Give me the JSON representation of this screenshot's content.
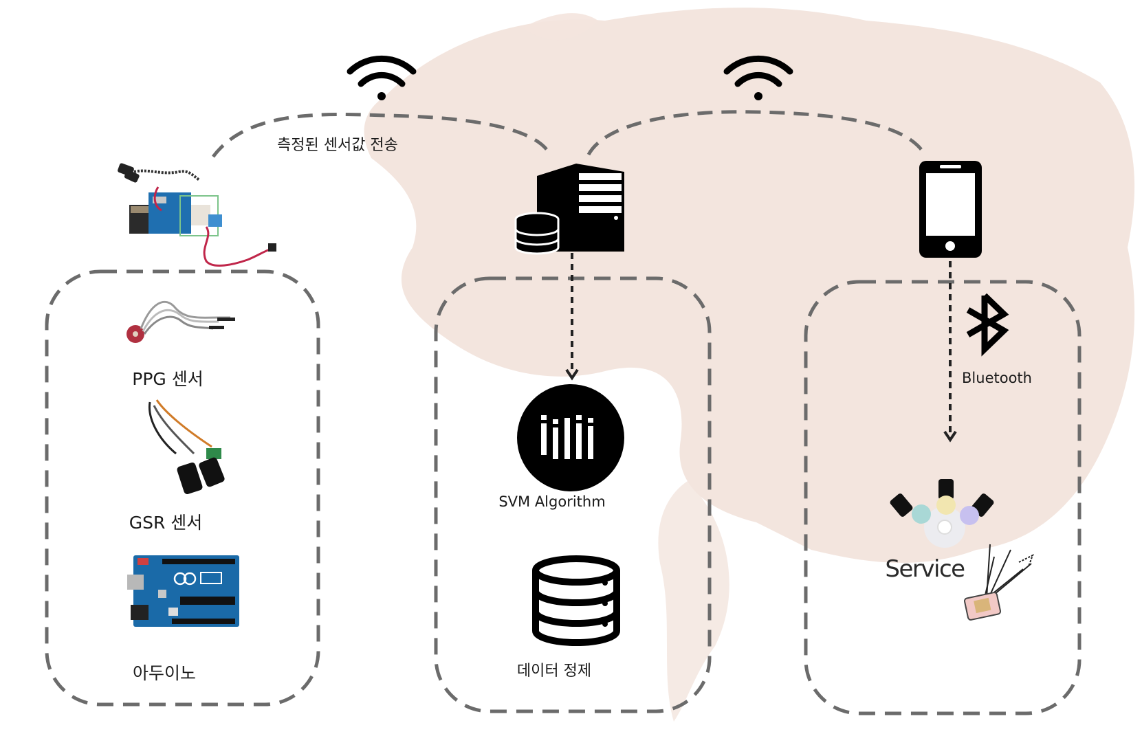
{
  "flow": {
    "transmit_label": "측정된 센서값 전송"
  },
  "sensors": {
    "ppg_label": "PPG 센서",
    "gsr_label": "GSR 센서",
    "arduino_label": "아두이노"
  },
  "server": {
    "svm_label": "SVM Algorithm",
    "refine_label": "데이터 정제"
  },
  "mobile": {
    "bluetooth_label": "Bluetooth",
    "service_label": "Service"
  },
  "colors": {
    "dash": "#6b6b6b",
    "icon": "#000000",
    "blot": "#efdcd3",
    "board_blue": "#1f6fb0",
    "wire_red": "#c0264a"
  },
  "icons": [
    "wifi-icon",
    "server-icon",
    "smartphone-icon",
    "bluetooth-icon",
    "svm-logo-icon",
    "database-icon",
    "smart-bulb-icon",
    "diffuser-icon"
  ]
}
